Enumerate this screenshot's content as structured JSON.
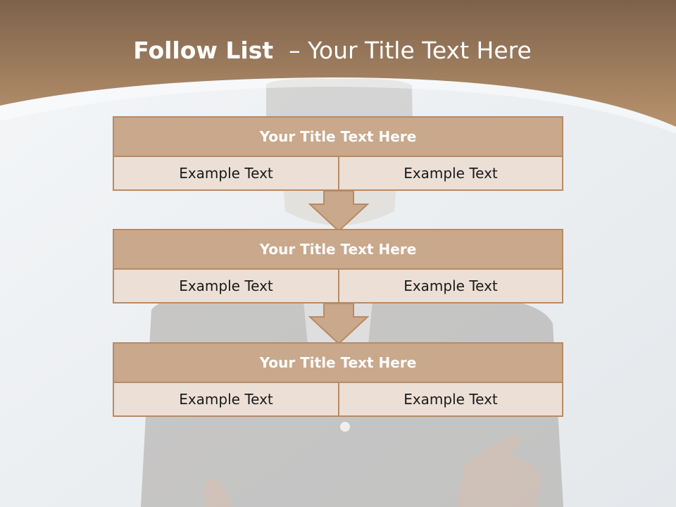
{
  "title": {
    "bold": "Follow List ",
    "rest": " – Your Title Text Here"
  },
  "steps": [
    {
      "heading": "Your Title Text Here",
      "left": "Example Text",
      "right": "Example Text"
    },
    {
      "heading": "Your Title Text Here",
      "left": "Example Text",
      "right": "Example Text"
    },
    {
      "heading": "Your Title Text Here",
      "left": "Example Text",
      "right": "Example Text"
    }
  ],
  "colors": {
    "header_band": "#a37b59",
    "box_border": "#b98a64",
    "box_heading_fill": "#c9a88b",
    "box_cell_fill": "#ecdfd6"
  }
}
